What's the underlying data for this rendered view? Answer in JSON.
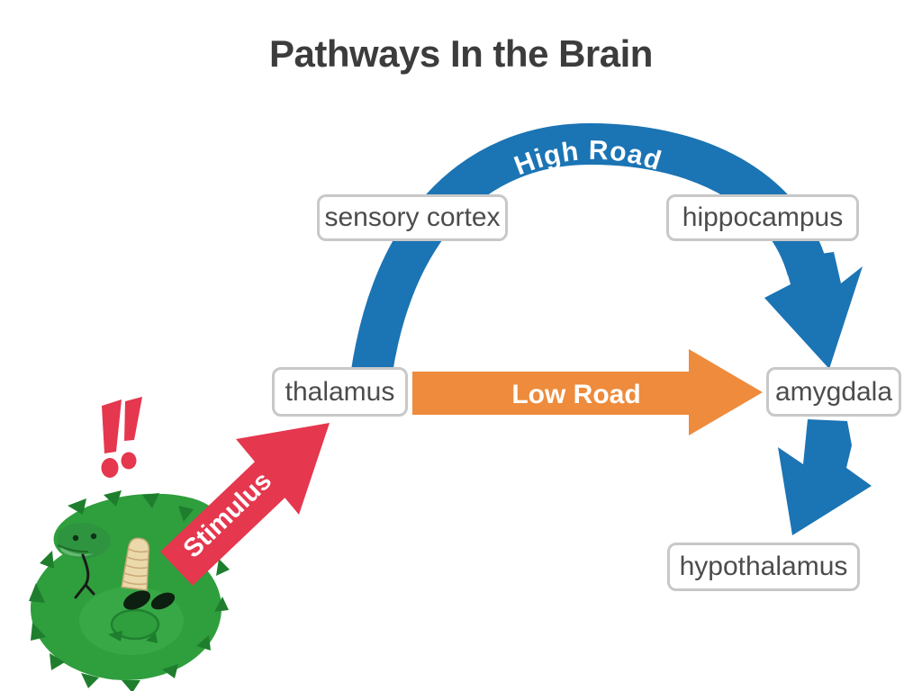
{
  "title": "Pathways In the Brain",
  "nodes": [
    {
      "id": "sensory-cortex",
      "label": "sensory cortex"
    },
    {
      "id": "hippocampus",
      "label": "hippocampus"
    },
    {
      "id": "thalamus",
      "label": "thalamus"
    },
    {
      "id": "amygdala",
      "label": "amygdala"
    },
    {
      "id": "hypothalamus",
      "label": "hypothalamus"
    }
  ],
  "pathways": {
    "high_road": {
      "label": "High Road",
      "color": "#1b74b4",
      "route": "thalamus - sensory cortex - hippocampus - amygdala"
    },
    "low_road": {
      "label": "Low Road",
      "color": "#ee8b3c",
      "route": "thalamus - amygdala"
    },
    "stimulus": {
      "label": "Stimulus",
      "color": "#e5374e",
      "route": "snake - thalamus"
    },
    "amygdala_output": {
      "color": "#1b74b4",
      "route": "amygdala - hypothalamus"
    }
  },
  "illustration": {
    "name": "rattlesnake",
    "alert_exclamation_marks": 2
  },
  "colors": {
    "background": "#ffffff",
    "box_border": "#c8c8c8",
    "box_text": "#4c4c4c",
    "title_text": "#3c3c3c",
    "snake_green": "#2f9e3d",
    "rattle_tan": "#ecd9ab"
  }
}
